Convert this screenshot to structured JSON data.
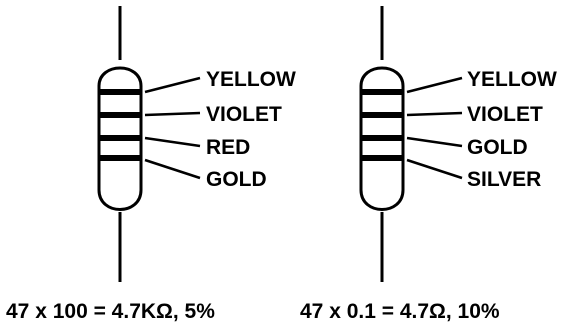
{
  "resistors": [
    {
      "bands": [
        "YELLOW",
        "VIOLET",
        "RED",
        "GOLD"
      ],
      "formula": "47 x 100 = 4.7KΩ, 5%"
    },
    {
      "bands": [
        "YELLOW",
        "VIOLET",
        "GOLD",
        "SILVER"
      ],
      "formula": "47 x 0.1 = 4.7Ω, 10%"
    }
  ]
}
